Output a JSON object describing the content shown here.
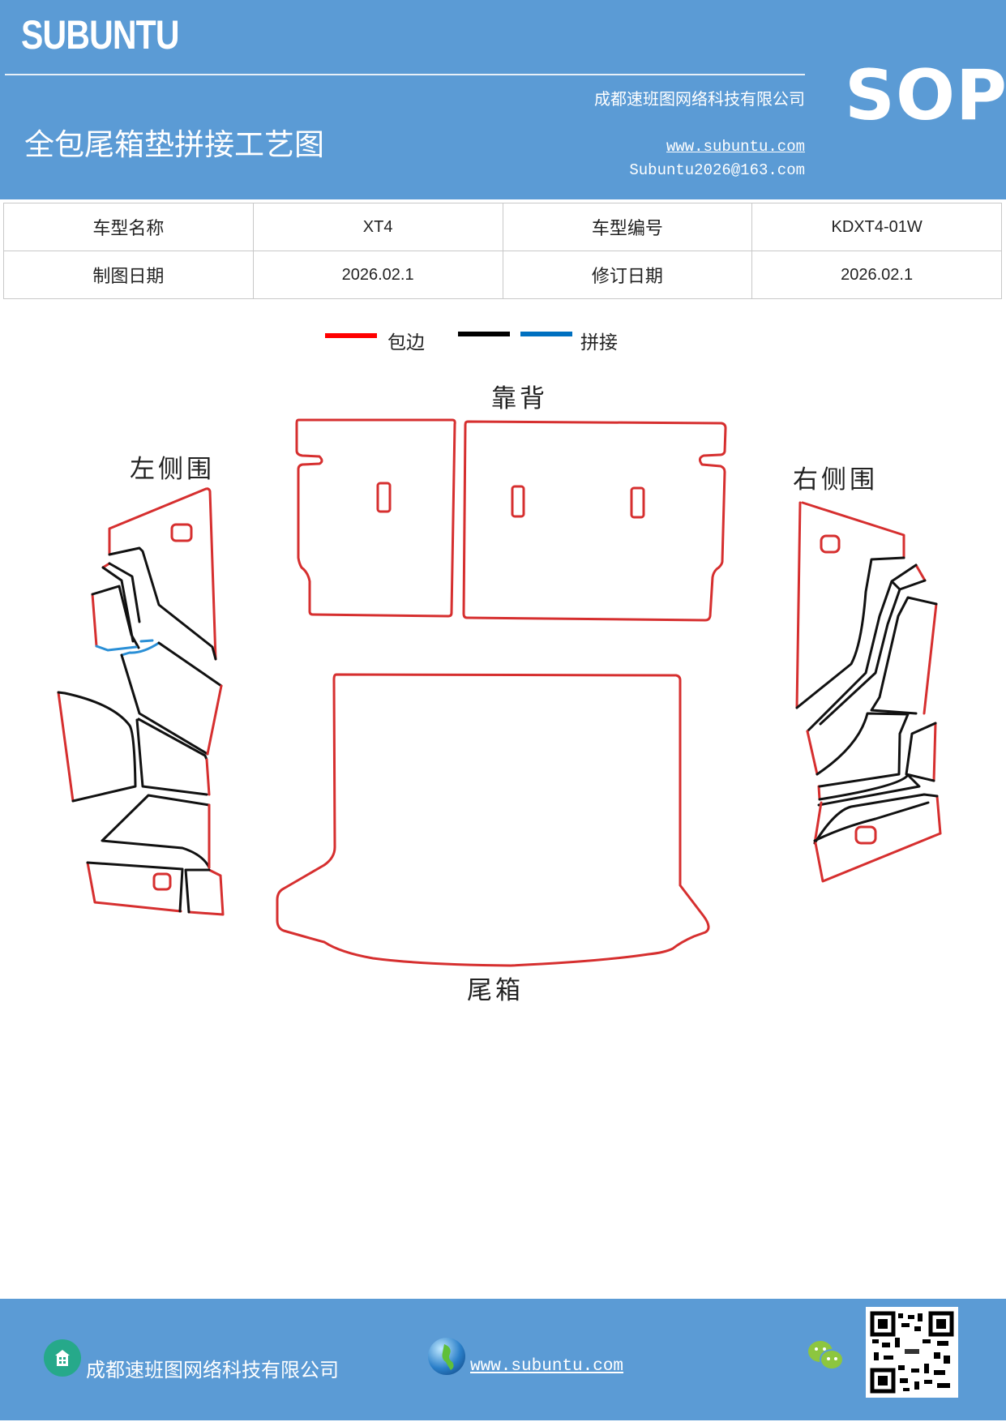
{
  "header": {
    "brand": "SUBUNTU",
    "title": "全包尾箱垫拼接工艺图",
    "company": "成都速班图网络科技有限公司",
    "website": "www.subuntu.com",
    "email": "Subuntu2026@163.com",
    "doc_type": "SOP"
  },
  "info_table": {
    "rows": [
      [
        {
          "label": "车型名称",
          "value": "XT4"
        },
        {
          "label": "车型编号",
          "value": "KDXT4-01W"
        }
      ],
      [
        {
          "label": "制图日期",
          "value": "2026.02.1"
        },
        {
          "label": "修订日期",
          "value": "2026.02.1"
        }
      ]
    ]
  },
  "legend": {
    "items": [
      {
        "label": "包边",
        "color": "#ff0000"
      },
      {
        "label": "",
        "color": "#000000"
      },
      {
        "label": "拼接",
        "color": "#0070c0"
      }
    ]
  },
  "diagram": {
    "parts": [
      {
        "name": "靠背"
      },
      {
        "name": "左侧围"
      },
      {
        "name": "右侧围"
      },
      {
        "name": "尾箱"
      }
    ],
    "colors": {
      "edge": "#d62f2f",
      "seam": "#111111",
      "splice": "#2a8fd6"
    }
  },
  "footer": {
    "company": "成都速班图网络科技有限公司",
    "website": "www.subuntu.com",
    "icons": [
      "building-icon",
      "globe-icon",
      "wechat-icon",
      "qr-code"
    ]
  },
  "colors": {
    "brand_blue": "#5b9bd5"
  }
}
